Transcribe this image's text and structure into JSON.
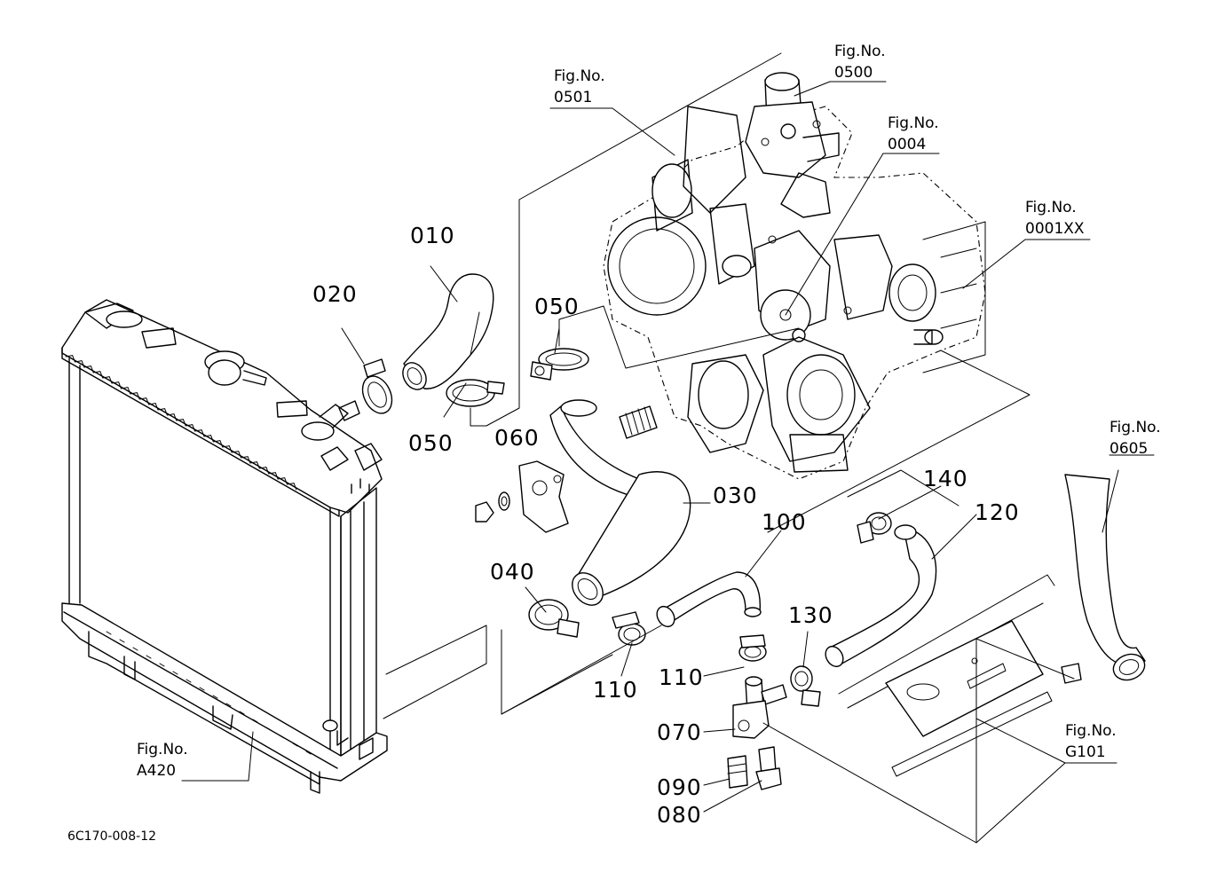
{
  "figure_refs": {
    "fig_0500": [
      "Fig.No.",
      "0500"
    ],
    "fig_0501": [
      "Fig.No.",
      "0501"
    ],
    "fig_0004": [
      "Fig.No.",
      "0004"
    ],
    "fig_0001xx": [
      "Fig.No.",
      "0001XX"
    ],
    "fig_0605": [
      "Fig.No.",
      "0605"
    ],
    "fig_g101": [
      "Fig.No.",
      "G101"
    ],
    "fig_a420": [
      "Fig.No.",
      "A420"
    ]
  },
  "parts": {
    "p010": "010",
    "p020": "020",
    "p050_top": "050",
    "p050_left": "050",
    "p060": "060",
    "p030": "030",
    "p040": "040",
    "p100": "100",
    "p110_left": "110",
    "p110_right": "110",
    "p140": "140",
    "p120": "120",
    "p130": "130",
    "p070": "070",
    "p090": "090",
    "p080": "080"
  },
  "drawing_code": "6C170-008-12"
}
